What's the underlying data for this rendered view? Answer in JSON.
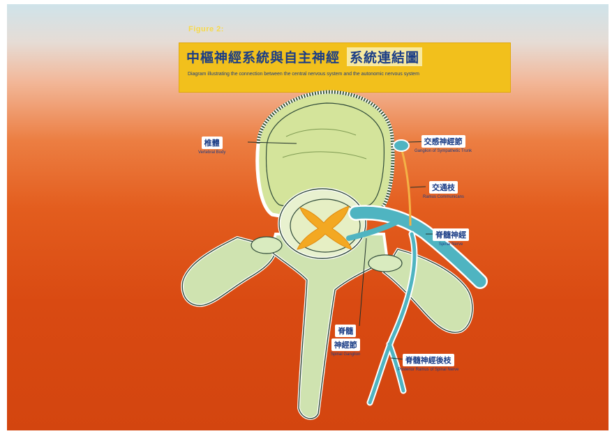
{
  "figure_label": "Figure 2:",
  "banner": {
    "title_part1": "中樞神經系統與自主神經",
    "title_part2": "系統連結圖",
    "subtitle": "Diagram illustrating the connection between the central nervous system and the autonomic nervous system"
  },
  "labels": {
    "vertebral_body": {
      "zh": "椎體",
      "en": "Vertebral Body"
    },
    "sympathetic_ganglion": {
      "zh": "交感神經節",
      "en": "Ganglion of Sympathetic Trunk"
    },
    "ramus_communicans": {
      "zh": "交通枝",
      "en": "Ramus Communicans"
    },
    "spinal_nerve": {
      "zh": "脊髓神經",
      "en": "Spinal Nerve"
    },
    "spinal_ganglion": {
      "zh1": "脊髓",
      "zh2": "神經節",
      "en": "Spinal Ganglion"
    },
    "posterior_ramus": {
      "zh": "脊髓神經後枝",
      "en": "Posterior Ramus of Spinal Nerve"
    }
  },
  "colors": {
    "bone": "#cfe3b0",
    "body": "#d4e49b",
    "nerve": "#4fb4c1",
    "cord_gray": "#f3a822",
    "banner": "#f2c01c",
    "label_text": "#1b3d86"
  }
}
